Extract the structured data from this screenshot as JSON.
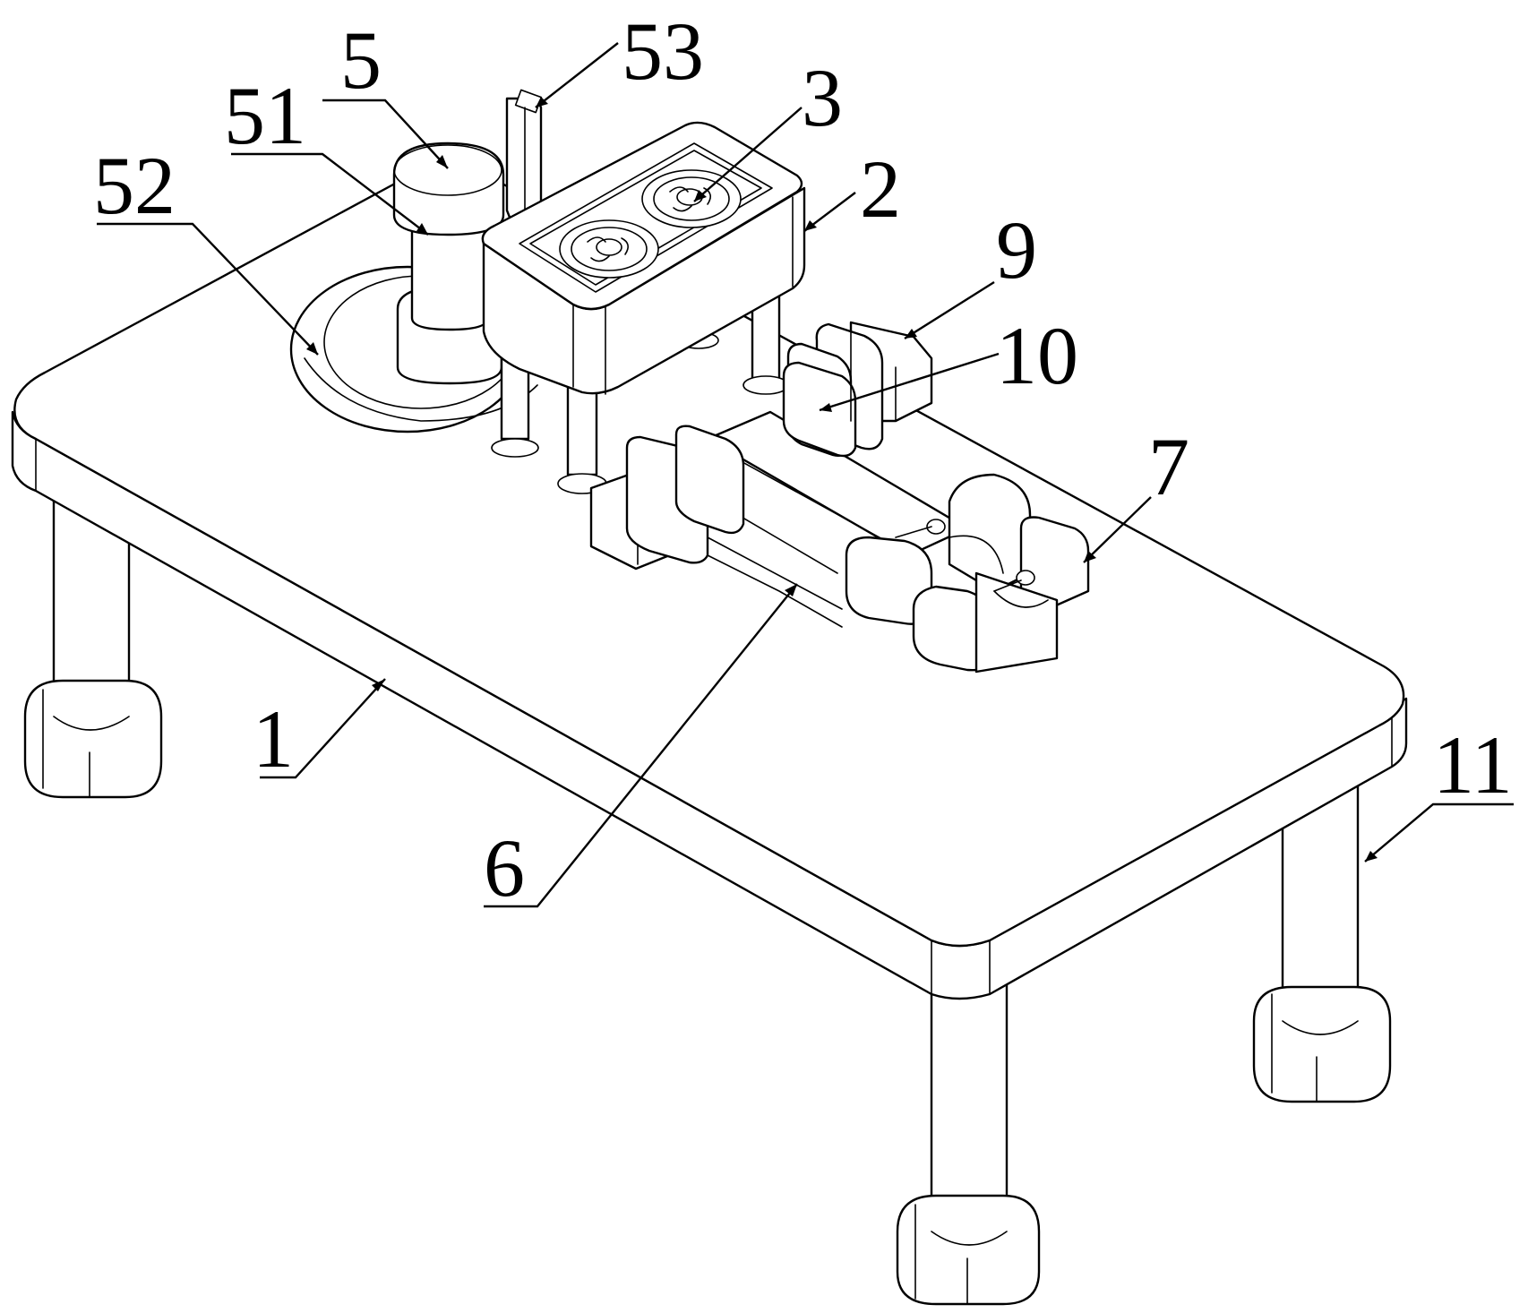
{
  "labels": {
    "l1": "1",
    "l2": "2",
    "l3": "3",
    "l5": "5",
    "l6": "6",
    "l7": "7",
    "l9": "9",
    "l10": "10",
    "l11": "11",
    "l51": "51",
    "l52": "52",
    "l53": "53"
  }
}
